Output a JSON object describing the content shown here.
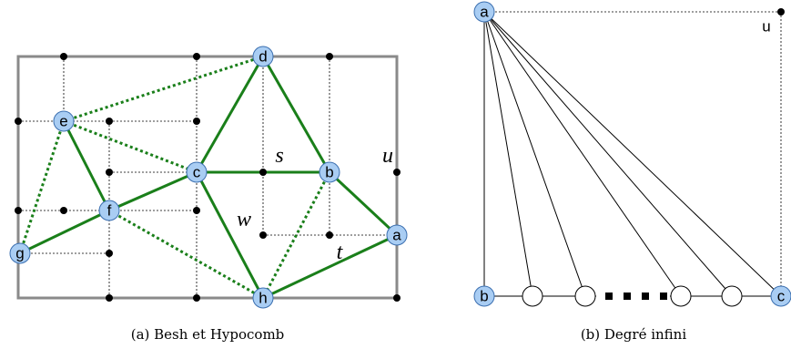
{
  "left_diagram": {
    "caption": "(a) Besh et Hypocomb",
    "node_labels": {
      "d": "d",
      "e": "e",
      "c": "c",
      "b": "b",
      "f": "f",
      "g": "g",
      "h": "h",
      "a": "a"
    },
    "region_labels": {
      "s": "s",
      "u": "u",
      "w": "w",
      "t": "t"
    },
    "colors": {
      "node_fill": "#a9cdf3",
      "edge_green": "#1a7f1a",
      "frame_gray": "#8a8a8a"
    }
  },
  "right_diagram": {
    "caption": "(b) Degré infini",
    "node_labels": {
      "a": "a",
      "b": "b",
      "c": "c"
    },
    "corner_label": "u"
  }
}
